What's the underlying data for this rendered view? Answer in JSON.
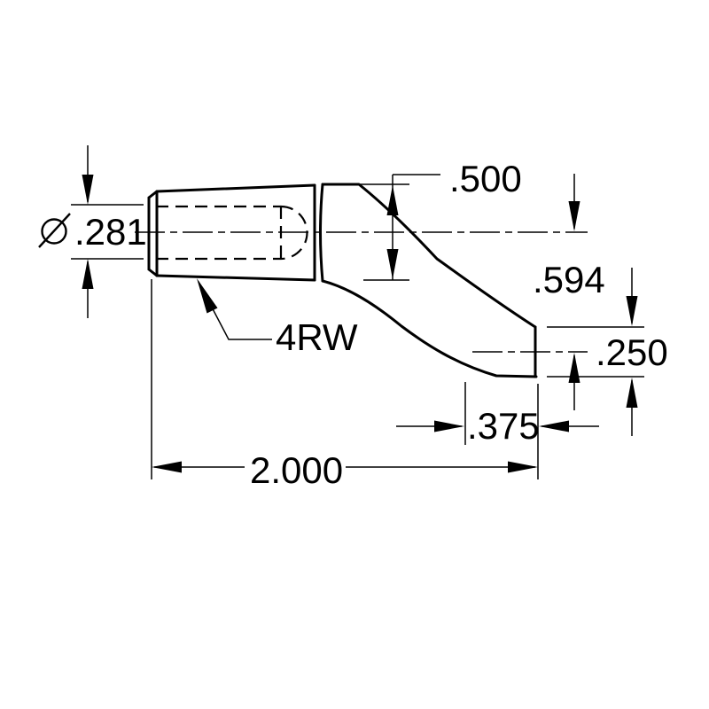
{
  "drawing": {
    "dimensions": {
      "hole_diameter": ".281",
      "section_height": ".500",
      "center_drop": ".594",
      "tip_thickness": ".250",
      "tip_flat_length": ".375",
      "overall_length": "2.000"
    },
    "symbols": {
      "diameter": "⌀"
    },
    "labels": {
      "leader_note": "4RW"
    },
    "colors": {
      "line": "#000000",
      "background": "#ffffff"
    }
  }
}
